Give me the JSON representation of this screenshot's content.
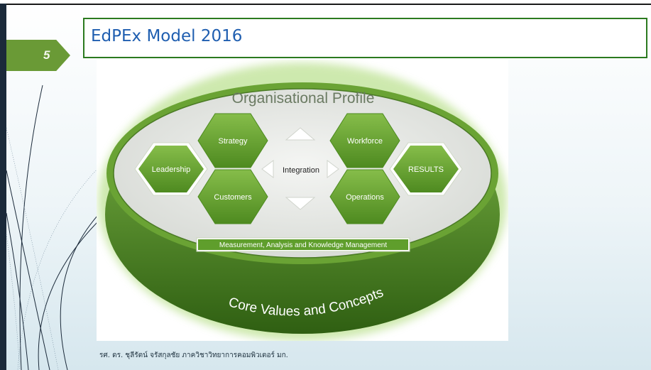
{
  "slide": {
    "number": "5",
    "title": "EdPEx Model 2016",
    "footer": "รศ. ดร. ชุลีรัตน์ จรัสกุลชัย ภาควิชาวิทยาการคอมพิวเตอร์ มก."
  },
  "diagram": {
    "profile_label": "Organisational Profile",
    "core_values_label": "Core Values and Concepts",
    "integration_label": "Integration",
    "measurement_label": "Measurement, Analysis and Knowledge Management",
    "hexagons": {
      "leadership": "Leadership",
      "strategy": "Strategy",
      "customers": "Customers",
      "workforce": "Workforce",
      "operations": "Operations",
      "results": "RESULTS"
    },
    "colors": {
      "hex_green": "#5f9e2c",
      "rim_green": "#4f8a22",
      "inner_gray": "#e9ebe8",
      "title_green": "#1f5eb0",
      "border_green": "#2b7a1f"
    }
  }
}
